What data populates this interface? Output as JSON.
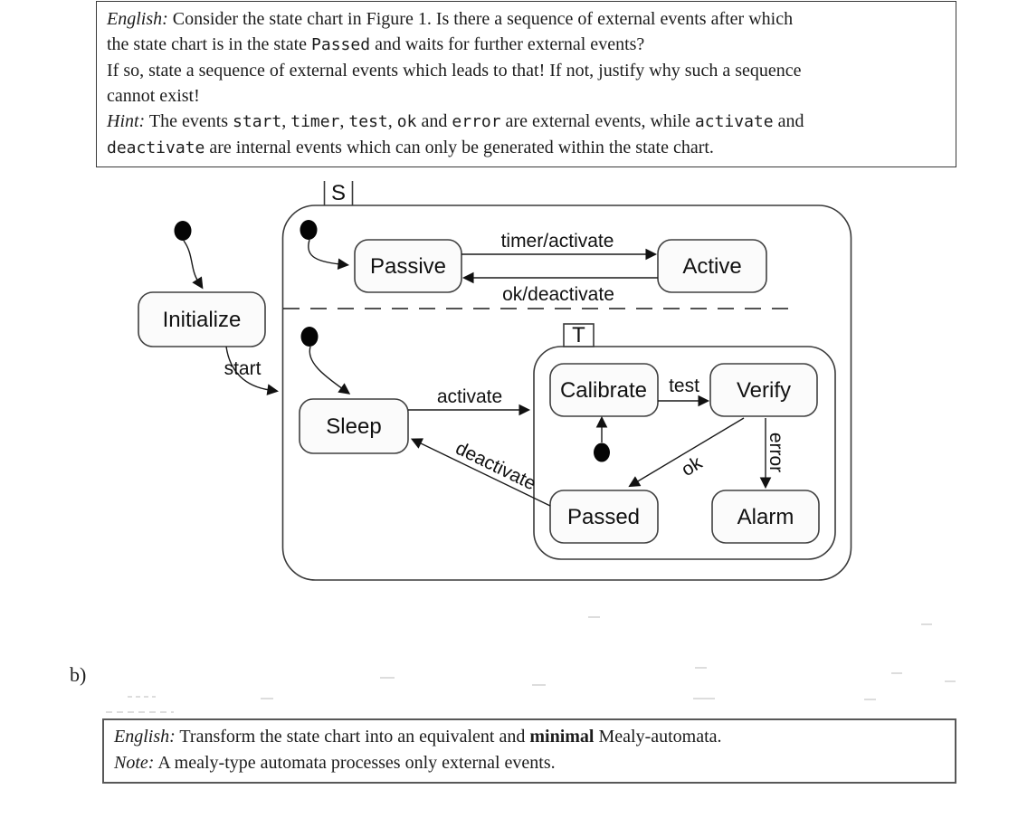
{
  "question_a": {
    "tag": "English:",
    "l1": " Consider the state chart in Figure 1. Is there a sequence of external events after which",
    "l2a": "the state chart is in the state ",
    "passed": "Passed",
    "l2b": " and waits for further external events?",
    "l3": "If so, state a sequence of external events which leads to that! If not, justify why such a sequence",
    "l4": "cannot exist!",
    "hint_tag": "Hint:",
    "h1": " The events ",
    "ev_start": "start",
    "c1": ", ",
    "ev_timer": "timer",
    "c2": ", ",
    "ev_test": "test",
    "c3": ", ",
    "ev_ok": "ok",
    "a1": " and ",
    "ev_error": "error",
    "h2": " are external events, while ",
    "ev_activate": "activate",
    "a2": " and",
    "ev_deactivate": "deactivate",
    "h3": " are internal events which can only be generated within the state chart."
  },
  "part_b_label": "b)",
  "question_b": {
    "tag": "English:",
    "l1a": " Transform the state chart into an equivalent and ",
    "minimal": "minimal",
    "l1b": " Mealy-automata.",
    "note_tag": "Note:",
    "note": " A mealy-type automata processes only external events."
  },
  "diagram": {
    "s_label": "S",
    "t_label": "T",
    "states": {
      "initialize": "Initialize",
      "passive": "Passive",
      "active": "Active",
      "sleep": "Sleep",
      "calibrate": "Calibrate",
      "verify": "Verify",
      "passed": "Passed",
      "alarm": "Alarm"
    },
    "transitions": {
      "start": "start",
      "timer_activate": "timer/activate",
      "ok_deactivate": "ok/deactivate",
      "activate": "activate",
      "test": "test",
      "ok": "ok",
      "error": "error",
      "deactivate": "deactivate"
    },
    "colors": {
      "stroke": "#3a3a3a",
      "line": "#1a1a1a",
      "state_fill": "#fbfbfb",
      "background": "#ffffff"
    }
  }
}
